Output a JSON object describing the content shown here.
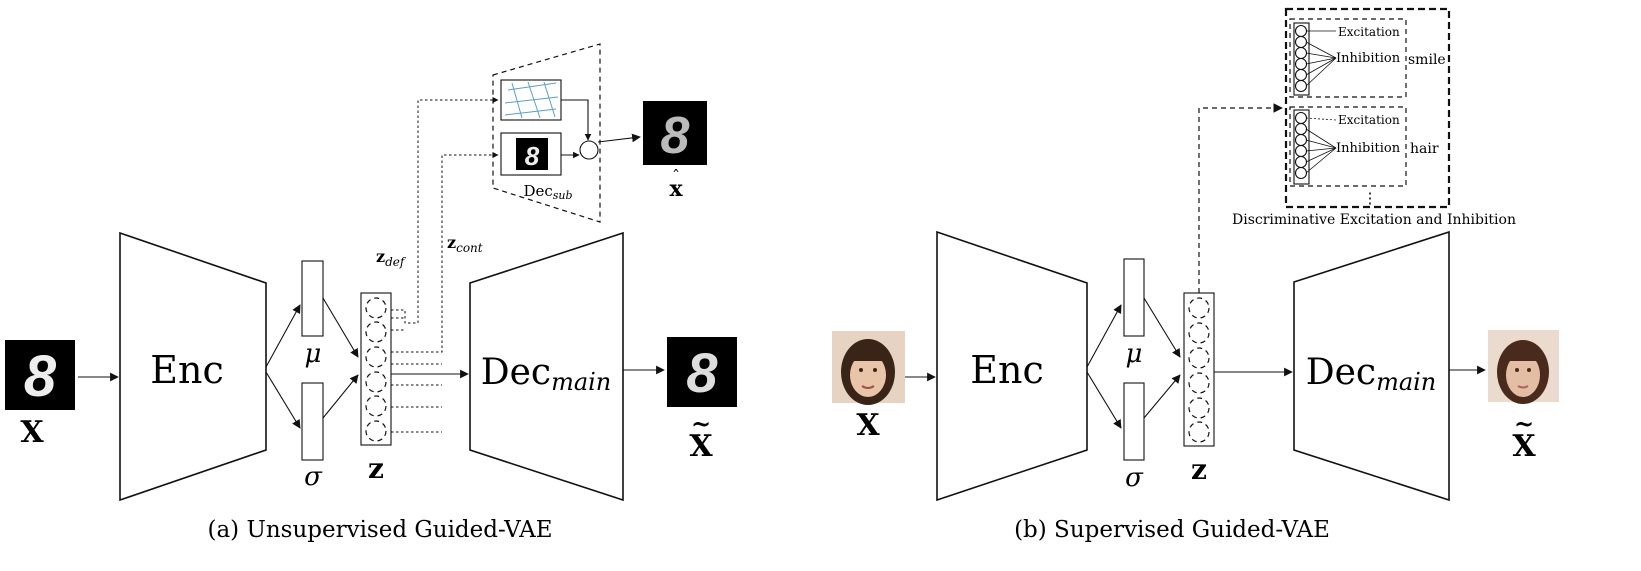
{
  "left_panel": {
    "caption": "(a) Unsupervised Guided-VAE",
    "input_label": "X",
    "encoder_label": "Enc",
    "mu_label": "μ",
    "sigma_label": "σ",
    "latent_label": "z",
    "z_def_main": "z",
    "z_def_sub": "def",
    "z_cont_main": "z",
    "z_cont_sub": "cont",
    "decoder_main": "Dec",
    "decoder_main_sub": "main",
    "decoder_sub": "Dec",
    "decoder_sub_sub": "sub",
    "recon_label": "X",
    "sub_recon_label": "x"
  },
  "right_panel": {
    "caption": "(b) Supervised Guided-VAE",
    "input_label": "X",
    "encoder_label": "Enc",
    "mu_label": "μ",
    "sigma_label": "σ",
    "latent_label": "z",
    "decoder_main": "Dec",
    "decoder_main_sub": "main",
    "recon_label": "X",
    "dei_title": "Discriminative Excitation and Inhibition",
    "dei_groups": [
      {
        "excitation": "Excitation",
        "inhibition": "Inhibition",
        "attribute": "smile"
      },
      {
        "excitation": "Excitation",
        "inhibition": "Inhibition",
        "attribute": "hair"
      }
    ],
    "dei_ellipsis": "⋮"
  },
  "colors": {
    "stroke": "#111111",
    "mu_fill": "#efefef",
    "sigma_fill": "#e6e6e6",
    "neuron_fill": "#bdbdbd",
    "grid_line": "#5a9ecf",
    "skin": "#e8c4a8",
    "hair": "#3a2418"
  }
}
